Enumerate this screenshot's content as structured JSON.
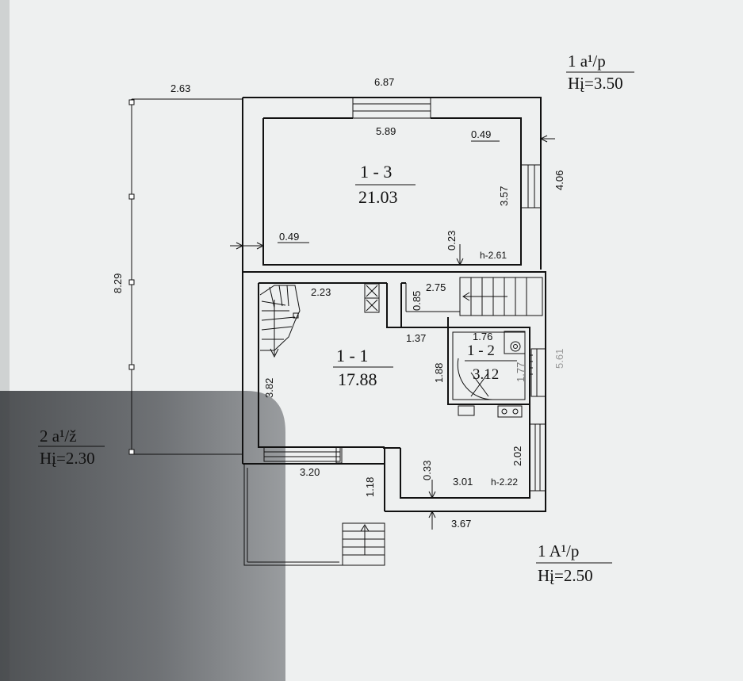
{
  "dimensions": {
    "d_263": "2.63",
    "d_687": "6.87",
    "d_589": "5.89",
    "d_049_top": "0.49",
    "d_406": "4.06",
    "d_357": "3.57",
    "d_829": "8.29",
    "d_049_left": "0.49",
    "d_023": "0.23",
    "d_223": "2.23",
    "d_085": "0.85",
    "d_275": "2.75",
    "d_137": "1.37",
    "d_176": "1.76",
    "d_561": "5.61",
    "d_188": "1.88",
    "d_177": "1.77",
    "d_382": "3.82",
    "d_320": "3.20",
    "d_118": "1.18",
    "d_033": "0.33",
    "d_301": "3.01",
    "d_202": "2.02",
    "d_367": "3.67"
  },
  "heights": {
    "h1": "h-2.61",
    "h2": "h-2.22"
  },
  "rooms": {
    "r13_id": "1 - 3",
    "r13_area": "21.03",
    "r11_id": "1 - 1",
    "r11_area": "17.88",
    "r12_id": "1 - 2",
    "r12_area": "3.12"
  },
  "annotations": {
    "a1_label": "1 a¹/p",
    "a1_height": "Hį=3.50",
    "a2_label": "2 a¹/ž",
    "a2_height": "Hį=2.30",
    "a3_label": "1 A¹/p",
    "a3_height": "Hį=2.50"
  }
}
